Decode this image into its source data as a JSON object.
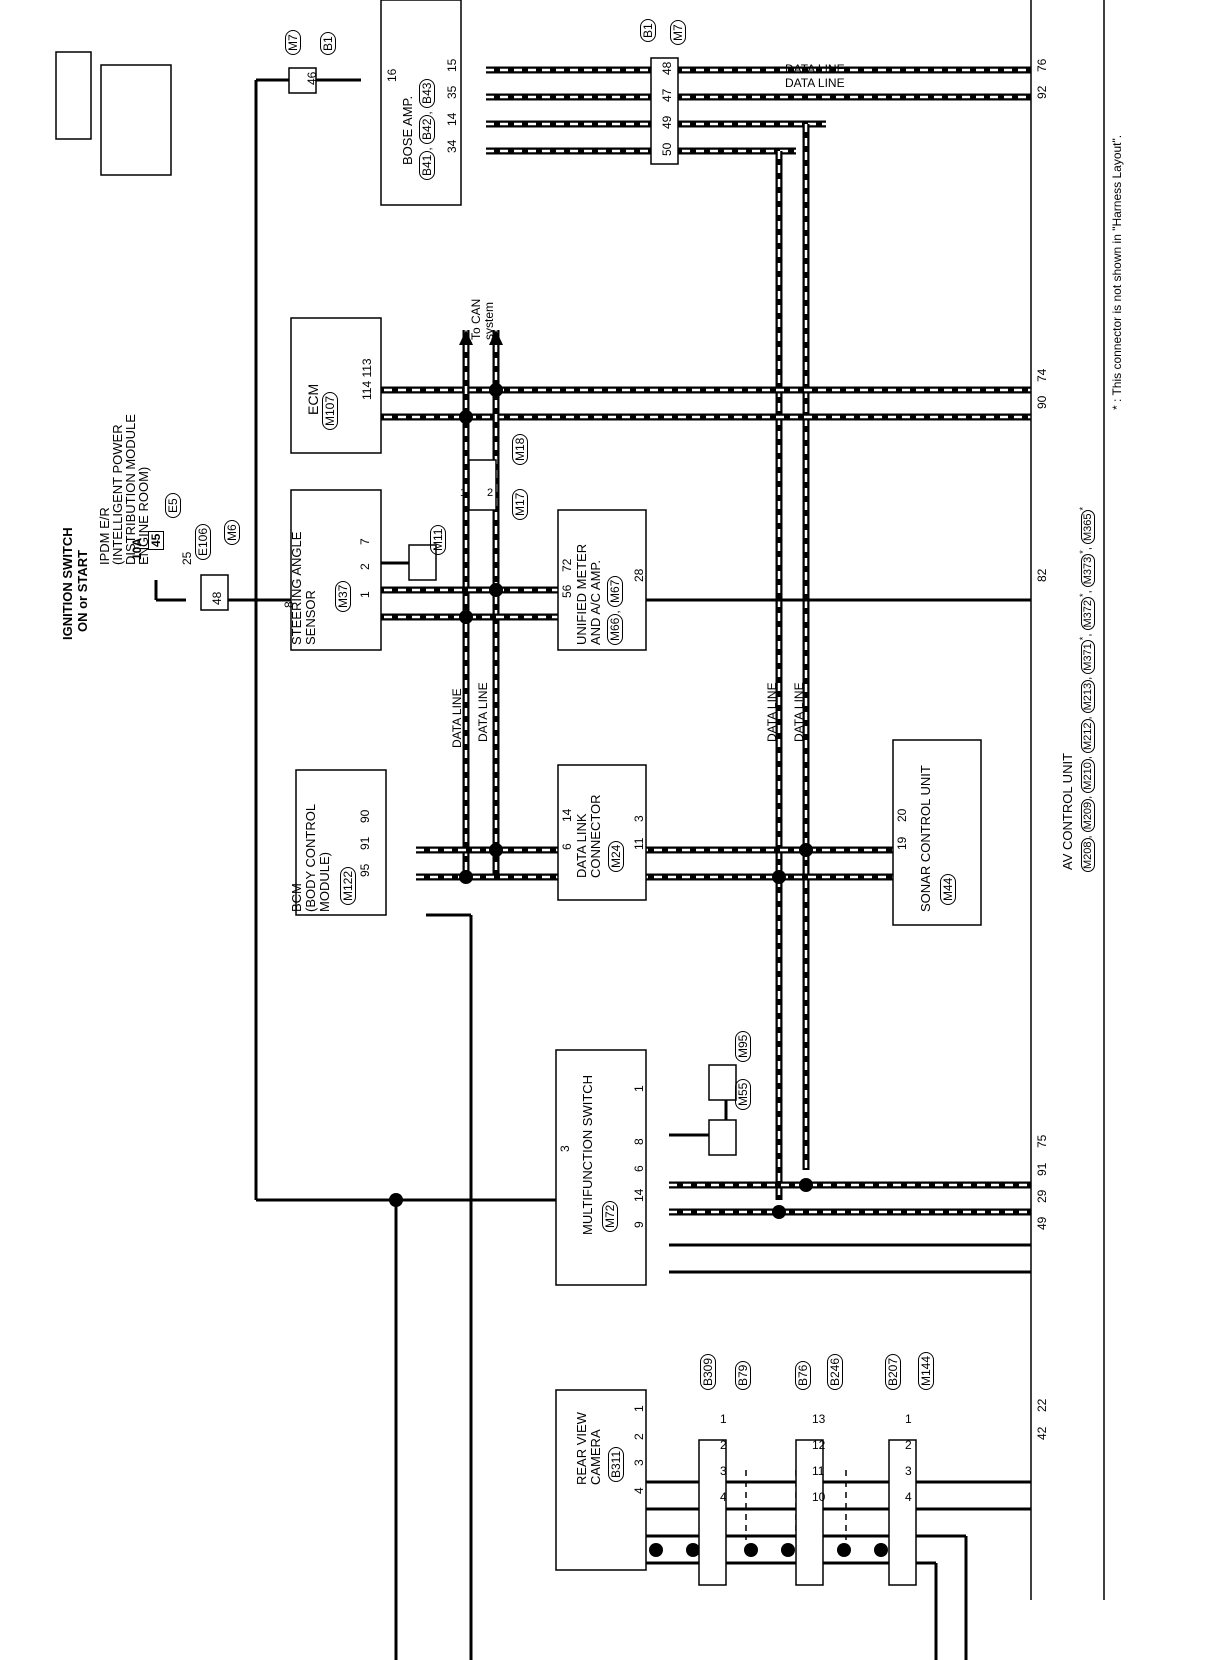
{
  "ignition": {
    "title": "IGNITION SWITCH",
    "subtitle": "ON or START"
  },
  "ipdm": {
    "lines": [
      "IPDM E/R",
      "(INTELLIGENT POWER",
      "DISTRIBUTION MODULE",
      "ENGINE ROOM)"
    ],
    "connector": "E5",
    "fuse": "10A",
    "fuse_no": "45",
    "pin": "25"
  },
  "joint_e106": {
    "connectors": [
      "E106",
      "M6"
    ],
    "pin": "48"
  },
  "joint_m7": {
    "connectors": [
      "M7",
      "B1"
    ],
    "pin": "46"
  },
  "joint_b1": {
    "connectors": [
      "B1",
      "M7"
    ],
    "pins": [
      "48",
      "47",
      "49",
      "50"
    ]
  },
  "joint_m17": {
    "connectors": [
      "M17",
      "M18"
    ],
    "pins": [
      "1",
      "2"
    ]
  },
  "bose": {
    "lines": [
      "BOSE AMP."
    ],
    "connectors": [
      "B41",
      "B42",
      "B43"
    ],
    "pin_top": "16",
    "pins": [
      "15",
      "35",
      "14",
      "34"
    ]
  },
  "ecm": {
    "name": "ECM",
    "connector": "M107",
    "pins": "114 113"
  },
  "steering": {
    "lines": [
      "STEERING ANGLE",
      "SENSOR"
    ],
    "connector": "M37",
    "pins": [
      "8",
      "1",
      "2",
      "7"
    ],
    "ground": "M11"
  },
  "meter": {
    "lines": [
      "UNIFIED METER",
      "AND A/C AMP."
    ],
    "connectors": [
      "M66",
      "M67"
    ],
    "pins": [
      "56",
      "72",
      "28"
    ]
  },
  "bcm": {
    "lines": [
      "BCM",
      "(BODY CONTROL",
      "MODULE)"
    ],
    "connector": "M122",
    "pins": [
      "90",
      "91",
      "95"
    ]
  },
  "dlc": {
    "lines": [
      "DATA LINK",
      "CONNECTOR"
    ],
    "connector": "M24",
    "pins": [
      "14",
      "6",
      "3",
      "11"
    ]
  },
  "sonar": {
    "name": "SONAR CONTROL UNIT",
    "connector": "M44",
    "pins": [
      "19",
      "20"
    ]
  },
  "multifunction": {
    "name": "MULTIFUNCTION SWITCH",
    "connector": "M72",
    "pins": [
      "3",
      "1",
      "8",
      "6",
      "14",
      "9"
    ],
    "grounds": [
      "M95",
      "M55"
    ]
  },
  "camera": {
    "lines": [
      "REAR VIEW",
      "CAMERA"
    ],
    "connector": "B311",
    "pins": [
      "1",
      "2",
      "3",
      "4"
    ]
  },
  "joint_b309": {
    "connectors": [
      "B309",
      "B79"
    ],
    "pins": [
      "1",
      "2",
      "3",
      "4"
    ]
  },
  "joint_b76": {
    "connectors": [
      "B76",
      "B246"
    ],
    "pins": [
      "13",
      "12",
      "11",
      "10"
    ]
  },
  "joint_b207": {
    "connectors": [
      "B207",
      "M144"
    ],
    "pins": [
      "1",
      "2",
      "3",
      "4"
    ]
  },
  "can": {
    "lines": [
      "To CAN",
      "system"
    ]
  },
  "data_line": "DATA LINE",
  "av_unit": {
    "title": "AV CONTROL UNIT",
    "connectors": [
      "M208",
      "M209",
      "M210",
      "M212",
      "M213",
      "M371",
      "M372",
      "M373",
      "M365"
    ],
    "pins": [
      "76",
      "92",
      "74",
      "90",
      "82",
      "75",
      "91",
      "29",
      "49",
      "22",
      "42"
    ]
  },
  "asterisk": "*",
  "footnote": "* : This connector is not shown in \"Harness Layout\"."
}
